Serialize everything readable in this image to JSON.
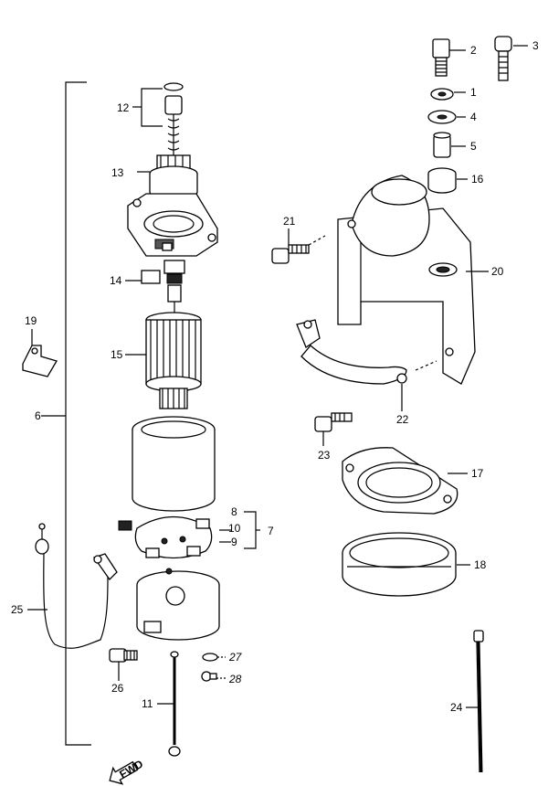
{
  "callouts": {
    "c1": "1",
    "c2": "2",
    "c3": "3",
    "c4": "4",
    "c5": "5",
    "c6": "6",
    "c7": "7",
    "c8": "8",
    "c9": "9",
    "c10": "10",
    "c11": "11",
    "c12": "12",
    "c13": "13",
    "c14": "14",
    "c15": "15",
    "c16": "16",
    "c17": "17",
    "c18": "18",
    "c19": "19",
    "c20": "20",
    "c21": "21",
    "c22": "22",
    "c23": "23",
    "c24": "24",
    "c25": "25",
    "c26": "26",
    "c27": "27",
    "c28": "28"
  },
  "fwd_label": "FWD"
}
